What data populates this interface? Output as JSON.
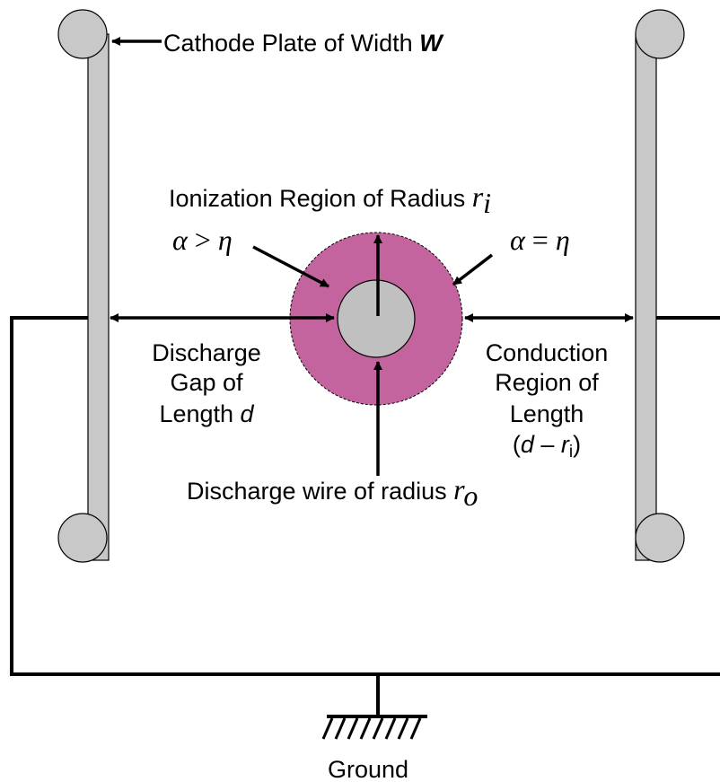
{
  "labels": {
    "cathode": "Cathode Plate of Width ",
    "cathode_var": "W",
    "ionization": "Ionization Region of Radius ",
    "ionization_var": "r",
    "ionization_sub": "i",
    "alpha_gt_eta": {
      "a": "α",
      "op": " > ",
      "b": "η"
    },
    "alpha_eq_eta": {
      "a": "α",
      "op": " = ",
      "b": "η"
    },
    "discharge_gap": [
      "Discharge",
      "Gap of",
      "Length "
    ],
    "discharge_gap_var": "d",
    "conduction": [
      "Conduction",
      "Region of",
      "Length"
    ],
    "conduction_expr": {
      "open": "(",
      "d": "d",
      "dash": " – ",
      "r": "r",
      "sub": "i",
      "close": ")"
    },
    "wire": "Discharge wire of radius ",
    "wire_var": "r",
    "wire_sub": "o",
    "ground": "Ground"
  },
  "colors": {
    "plate": "#c8c8c8",
    "ionization_region": "#c4649e",
    "wire": "#c0c0c0",
    "stroke": "#000000"
  }
}
